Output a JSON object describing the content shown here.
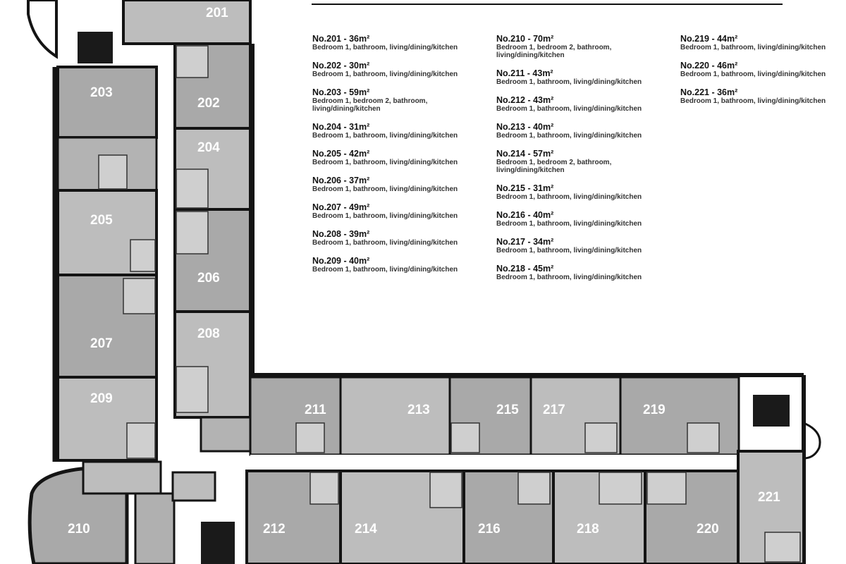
{
  "units": {
    "u201": "201",
    "u202": "202",
    "u203": "203",
    "u204": "204",
    "u205": "205",
    "u206": "206",
    "u207": "207",
    "u208": "208",
    "u209": "209",
    "u210": "210",
    "u211": "211",
    "u212": "212",
    "u213": "213",
    "u214": "214",
    "u215": "215",
    "u216": "216",
    "u217": "217",
    "u218": "218",
    "u219": "219",
    "u220": "220",
    "u221": "221"
  },
  "legend": {
    "col1": [
      {
        "title": "No.201 - 36m²",
        "desc": "Bedroom 1, bathroom, living/dining/kitchen"
      },
      {
        "title": "No.202 - 30m²",
        "desc": "Bedroom 1, bathroom, living/dining/kitchen"
      },
      {
        "title": "No.203 - 59m²",
        "desc": "Bedroom 1, bedroom 2, bathroom, living/dining/kitchen"
      },
      {
        "title": "No.204 - 31m²",
        "desc": "Bedroom 1, bathroom, living/dining/kitchen"
      },
      {
        "title": "No.205 - 42m²",
        "desc": "Bedroom 1, bathroom, living/dining/kitchen"
      },
      {
        "title": "No.206 - 37m²",
        "desc": "Bedroom 1, bathroom, living/dining/kitchen"
      },
      {
        "title": "No.207 - 49m²",
        "desc": "Bedroom 1, bathroom, living/dining/kitchen"
      },
      {
        "title": "No.208 - 39m²",
        "desc": "Bedroom 1, bathroom, living/dining/kitchen"
      },
      {
        "title": "No.209 - 40m²",
        "desc": "Bedroom 1, bathroom, living/dining/kitchen"
      }
    ],
    "col2": [
      {
        "title": "No.210 - 70m²",
        "desc": "Bedroom 1, bedroom 2, bathroom, living/dining/kitchen"
      },
      {
        "title": "No.211 - 43m²",
        "desc": "Bedroom 1, bathroom, living/dining/kitchen"
      },
      {
        "title": "No.212 - 43m²",
        "desc": "Bedroom 1, bathroom, living/dining/kitchen"
      },
      {
        "title": "No.213 - 40m²",
        "desc": "Bedroom 1, bathroom, living/dining/kitchen"
      },
      {
        "title": "No.214 - 57m²",
        "desc": "Bedroom 1, bedroom 2, bathroom, living/dining/kitchen"
      },
      {
        "title": "No.215 - 31m²",
        "desc": "Bedroom 1, bathroom, living/dining/kitchen"
      },
      {
        "title": "No.216 - 40m²",
        "desc": "Bedroom 1, bathroom, living/dining/kitchen"
      },
      {
        "title": "No.217 - 34m²",
        "desc": "Bedroom 1, bathroom, living/dining/kitchen"
      },
      {
        "title": "No.218 - 45m²",
        "desc": "Bedroom 1, bathroom, living/dining/kitchen"
      }
    ],
    "col3": [
      {
        "title": "No.219 - 44m²",
        "desc": "Bedroom 1, bathroom, living/dining/kitchen"
      },
      {
        "title": "No.220 - 46m²",
        "desc": "Bedroom 1, bathroom, living/dining/kitchen"
      },
      {
        "title": "No.221 - 36m²",
        "desc": "Bedroom 1, bathroom, living/dining/kitchen"
      }
    ]
  },
  "colors": {
    "unit_fill": "#a9a9a9",
    "unit_fill_light": "#bdbdbd",
    "wall": "#141414",
    "corridor": "#ffffff",
    "stair": "#1a1a1a"
  }
}
